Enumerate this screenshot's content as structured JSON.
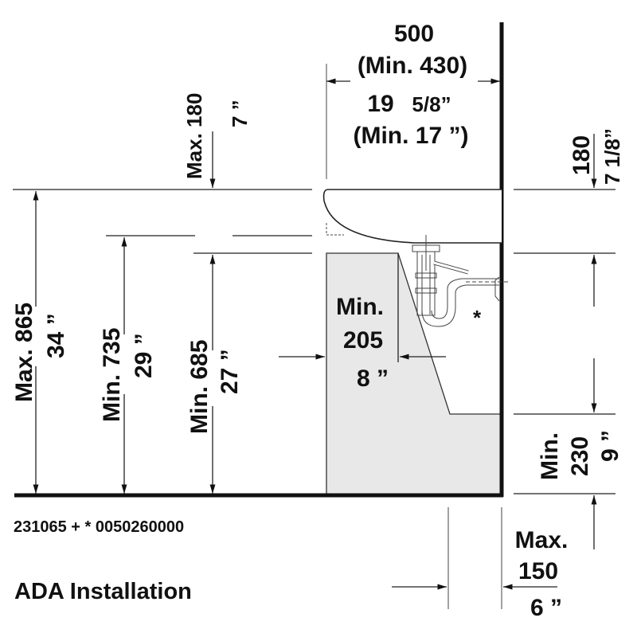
{
  "title": "ADA Installation",
  "article_numbers": "231065 + * 0050260000",
  "dimensions": {
    "width_mm": "500",
    "width_min_mm": "(Min. 430)",
    "width_in": "19",
    "width_in_frac": "5/8”",
    "width_min_in": "(Min. 17 ”)",
    "top_max_mm": "Max. 180",
    "top_max_in": "7 ”",
    "height_max_mm": "Max. 865",
    "height_max_in": "34 ”",
    "height_min1_mm": "Min. 735",
    "height_min1_in": "29 ”",
    "height_min2_mm": "Min. 685",
    "height_min2_in": "27 ”",
    "knee_min_label": "Min.",
    "knee_min_mm": "205",
    "knee_min_in": "8 ”",
    "right_top_mm": "180",
    "right_top_in": "7 1/8”",
    "toe_min_label": "Min.",
    "toe_min_mm": "230",
    "toe_min_in": "9 ”",
    "toe_max_label": "Max.",
    "toe_max_mm": "150",
    "toe_max_in": "6 ”"
  },
  "trap_marker": "*",
  "colors": {
    "line": "#111111",
    "knee_zone": "#e8e8e8"
  }
}
